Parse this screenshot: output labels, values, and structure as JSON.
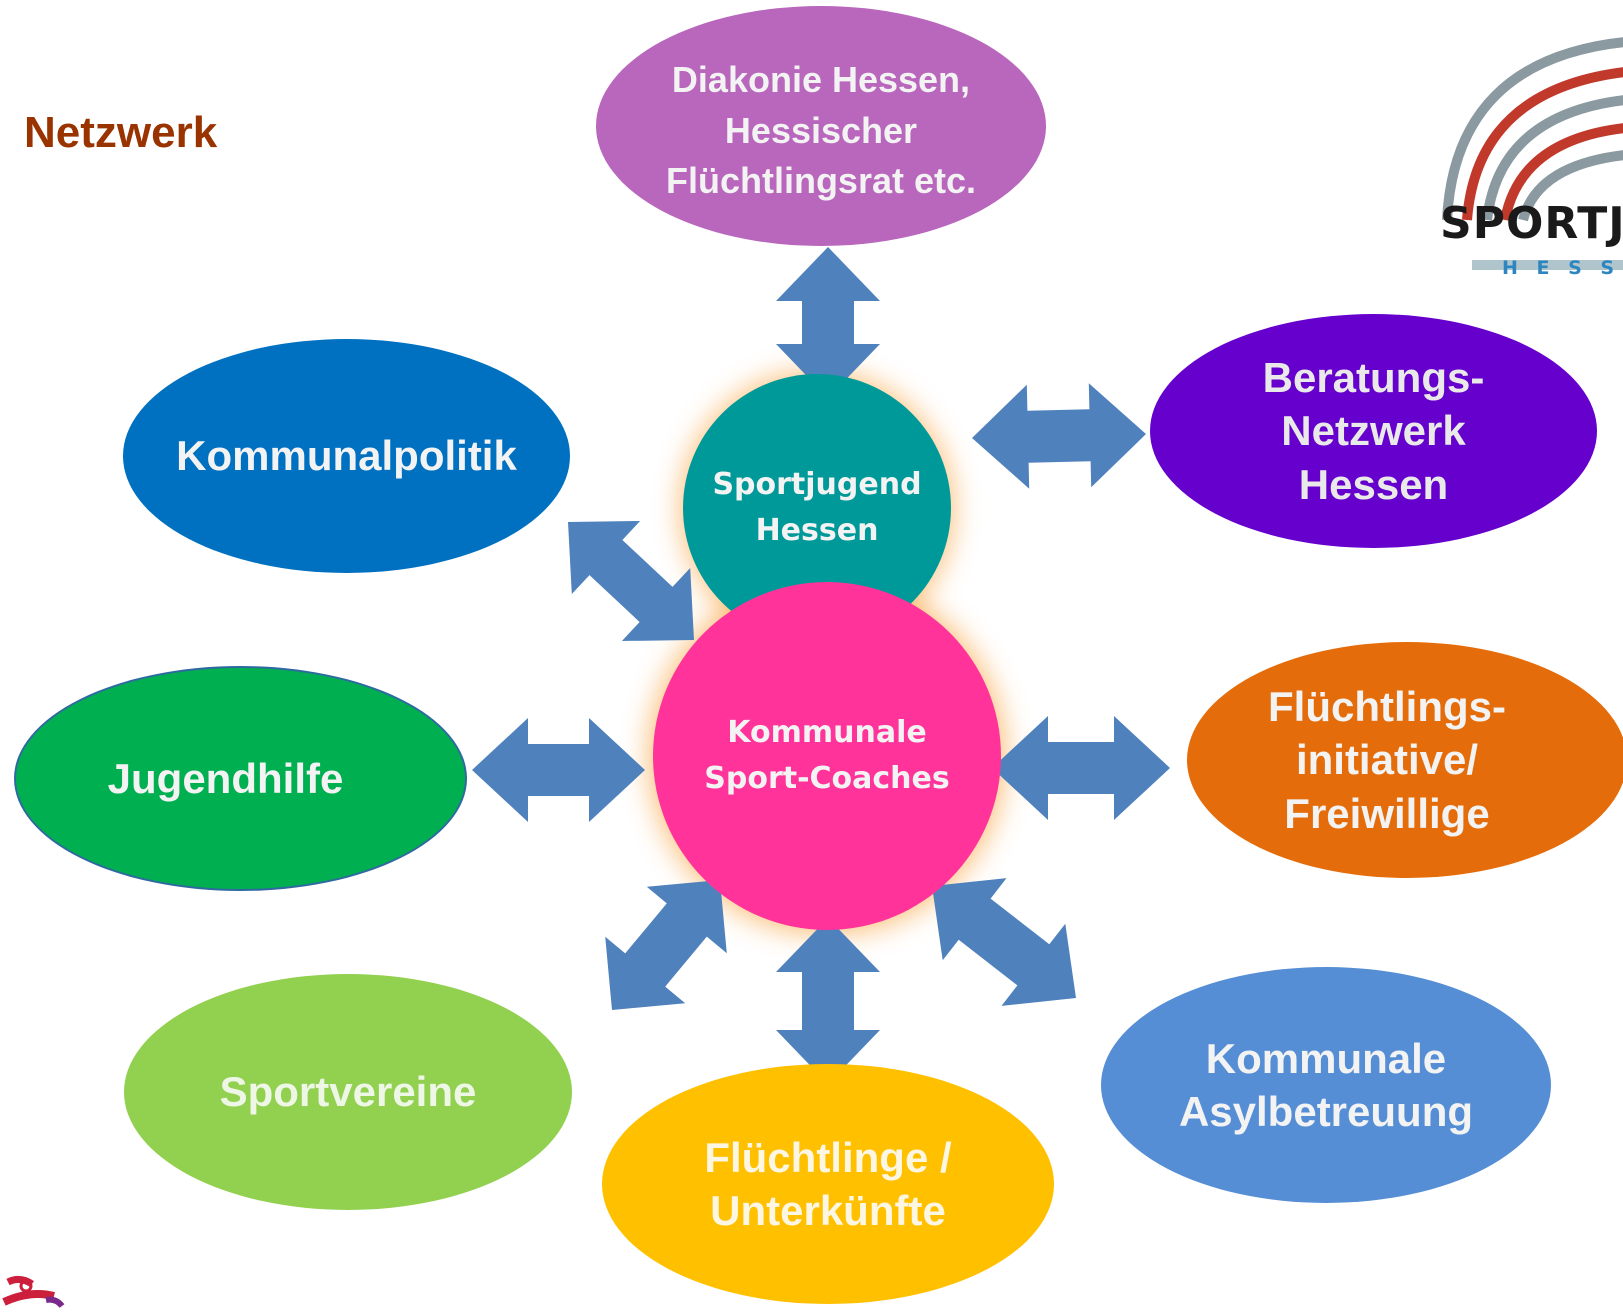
{
  "title": "Netzwerk",
  "logo": {
    "wordmark": "SPORTJU",
    "sub": "H E S S",
    "icon": "sportjugend-hessen-logo-icon"
  },
  "nodes": {
    "diakonie": "Diakonie Hessen,\nHessischer\nFlüchtlingsrat etc.",
    "kommunalpolitik": "Kommunalpolitik",
    "beratungsnetzwerk": "Beratungs-\nNetzwerk\nHessen",
    "sportjugend": "Sportjugend\nHessen",
    "coaches": "Kommunale\nSport-Coaches",
    "jugendhilfe": "Jugendhilfe",
    "fluechtlingsinitiative": "Flüchtlings-\ninitiative/\nFreiwillige",
    "sportvereine": "Sportvereine",
    "asylbetreuung": "Kommunale\nAsylbetreuung",
    "fluechtlinge": "Flüchtlinge /\nUnterkünfte"
  },
  "colors": {
    "title": "#993300",
    "arrow": "#4f81bd",
    "diakonie": "#b966bd",
    "kommunalpolitik": "#0070c0",
    "beratungsnetzwerk": "#6600cc",
    "sportjugend": "#009999",
    "coaches": "#ff3399",
    "jugendhilfe": "#00b050",
    "fluechtlingsinitiative": "#e46c0a",
    "sportvereine": "#92d050",
    "asylbetreuung": "#558ed5",
    "fluechtlinge": "#ffc000",
    "glow": "#f9a94b"
  }
}
